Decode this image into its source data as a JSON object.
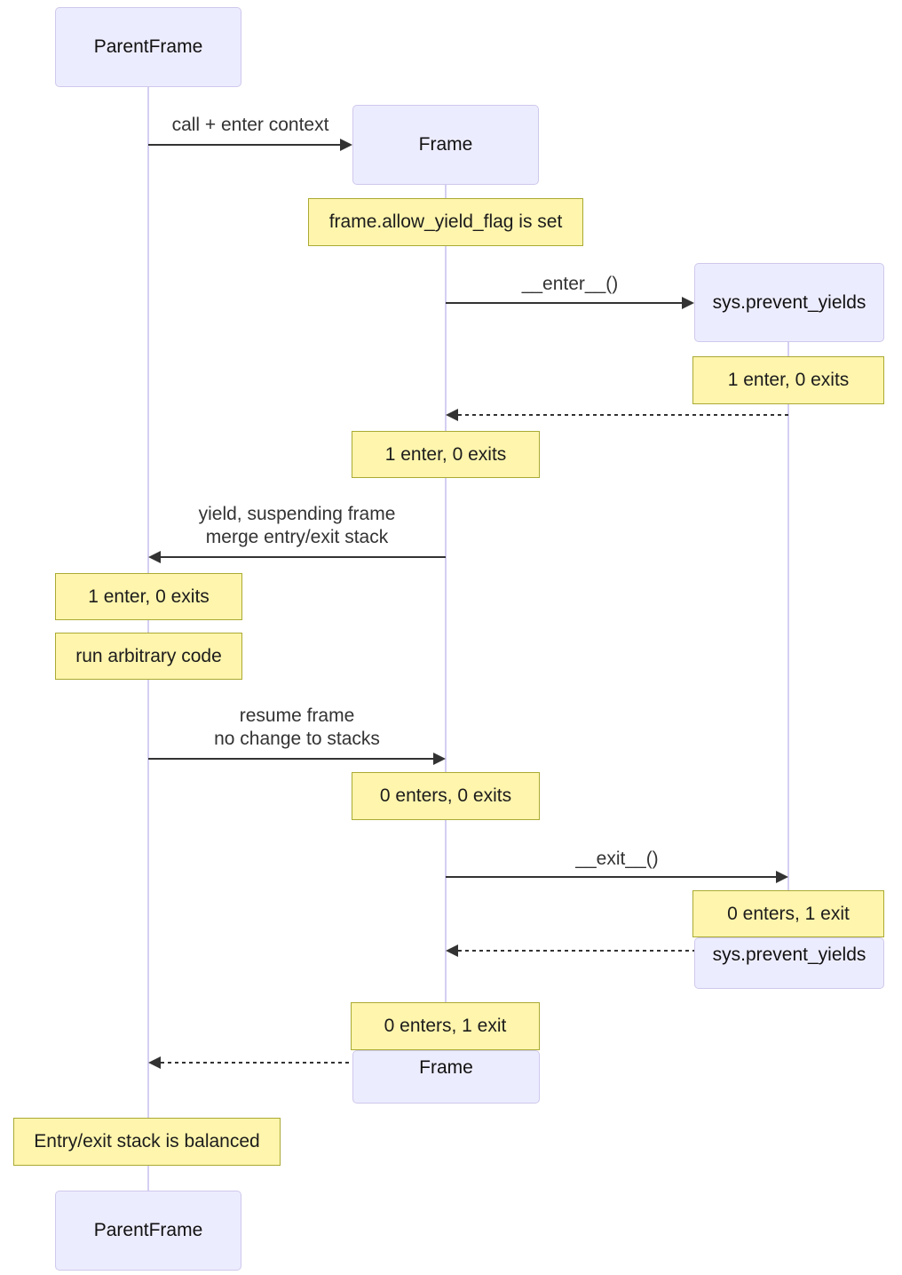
{
  "diagram_type": "sequence-diagram",
  "actors": [
    {
      "id": "parentframe",
      "label": "ParentFrame"
    },
    {
      "id": "frame",
      "label": "Frame"
    },
    {
      "id": "sys_prevent_yields",
      "label": "sys.prevent_yields"
    }
  ],
  "messages": [
    {
      "text": "call + enter context",
      "from": "ParentFrame",
      "to": "Frame",
      "kind": "solid"
    },
    {
      "text": "__enter__()",
      "from": "Frame",
      "to": "sys.prevent_yields",
      "kind": "solid"
    },
    {
      "text": "",
      "from": "sys.prevent_yields",
      "to": "Frame",
      "kind": "dashed-return"
    },
    {
      "line1": "yield, suspending frame",
      "line2": "merge entry/exit stack",
      "from": "Frame",
      "to": "ParentFrame",
      "kind": "solid"
    },
    {
      "line1": "resume frame",
      "line2": "no change to stacks",
      "from": "ParentFrame",
      "to": "Frame",
      "kind": "solid"
    },
    {
      "text": "__exit__()",
      "from": "Frame",
      "to": "sys.prevent_yields",
      "kind": "solid"
    },
    {
      "text": "",
      "from": "sys.prevent_yields",
      "to": "Frame",
      "kind": "dashed-return"
    },
    {
      "text": "",
      "from": "Frame",
      "to": "ParentFrame",
      "kind": "dashed-return"
    }
  ],
  "notes": [
    {
      "text": "frame.allow_yield_flag is set",
      "over": "Frame"
    },
    {
      "text": "1 enter, 0 exits",
      "over": "sys.prevent_yields"
    },
    {
      "text": "1 enter, 0 exits",
      "over": "Frame"
    },
    {
      "text": "1 enter, 0 exits",
      "over": "ParentFrame"
    },
    {
      "text": "run arbitrary code",
      "over": "ParentFrame"
    },
    {
      "text": "0 enters, 0 exits",
      "over": "Frame"
    },
    {
      "text": "0 enters, 1 exit",
      "over": "sys.prevent_yields"
    },
    {
      "text": "0 enters, 1 exit",
      "over": "Frame"
    },
    {
      "text": "Entry/exit stack is balanced",
      "over": "ParentFrame"
    }
  ],
  "colors": {
    "actor_fill": "#ECECFF",
    "actor_border": "#cfc8ec",
    "lifeline": "#d4cff2",
    "note_fill": "#fff5ad",
    "note_border": "#aaaa33",
    "message_line": "#333333"
  }
}
